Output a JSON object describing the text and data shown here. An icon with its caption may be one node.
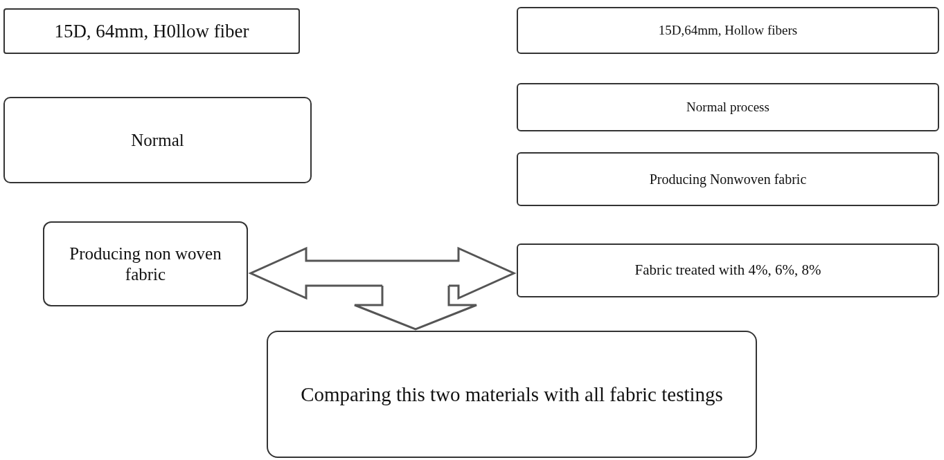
{
  "diagram": {
    "nodes": [
      {
        "text": [
          "15D, 64mm, H0llow fiber"
        ]
      },
      {
        "text": [
          "Normal"
        ]
      },
      {
        "text": [
          "Producing non woven fabric"
        ]
      },
      {
        "text": [
          "15D,64mm, Hollow fibers"
        ]
      },
      {
        "text": [
          "Normal process"
        ]
      },
      {
        "text": [
          "Producing Nonwoven fabric"
        ]
      },
      {
        "text": [
          "Fabric treated with 4%, 6%, 8%"
        ]
      },
      {
        "text": [
          "Comparing this two materials with all fabric testings"
        ]
      }
    ],
    "edges": [
      {
        "from": 2,
        "to": 6,
        "arrow": "both"
      },
      {
        "from": null,
        "to": 7,
        "arrow": "to"
      }
    ]
  }
}
